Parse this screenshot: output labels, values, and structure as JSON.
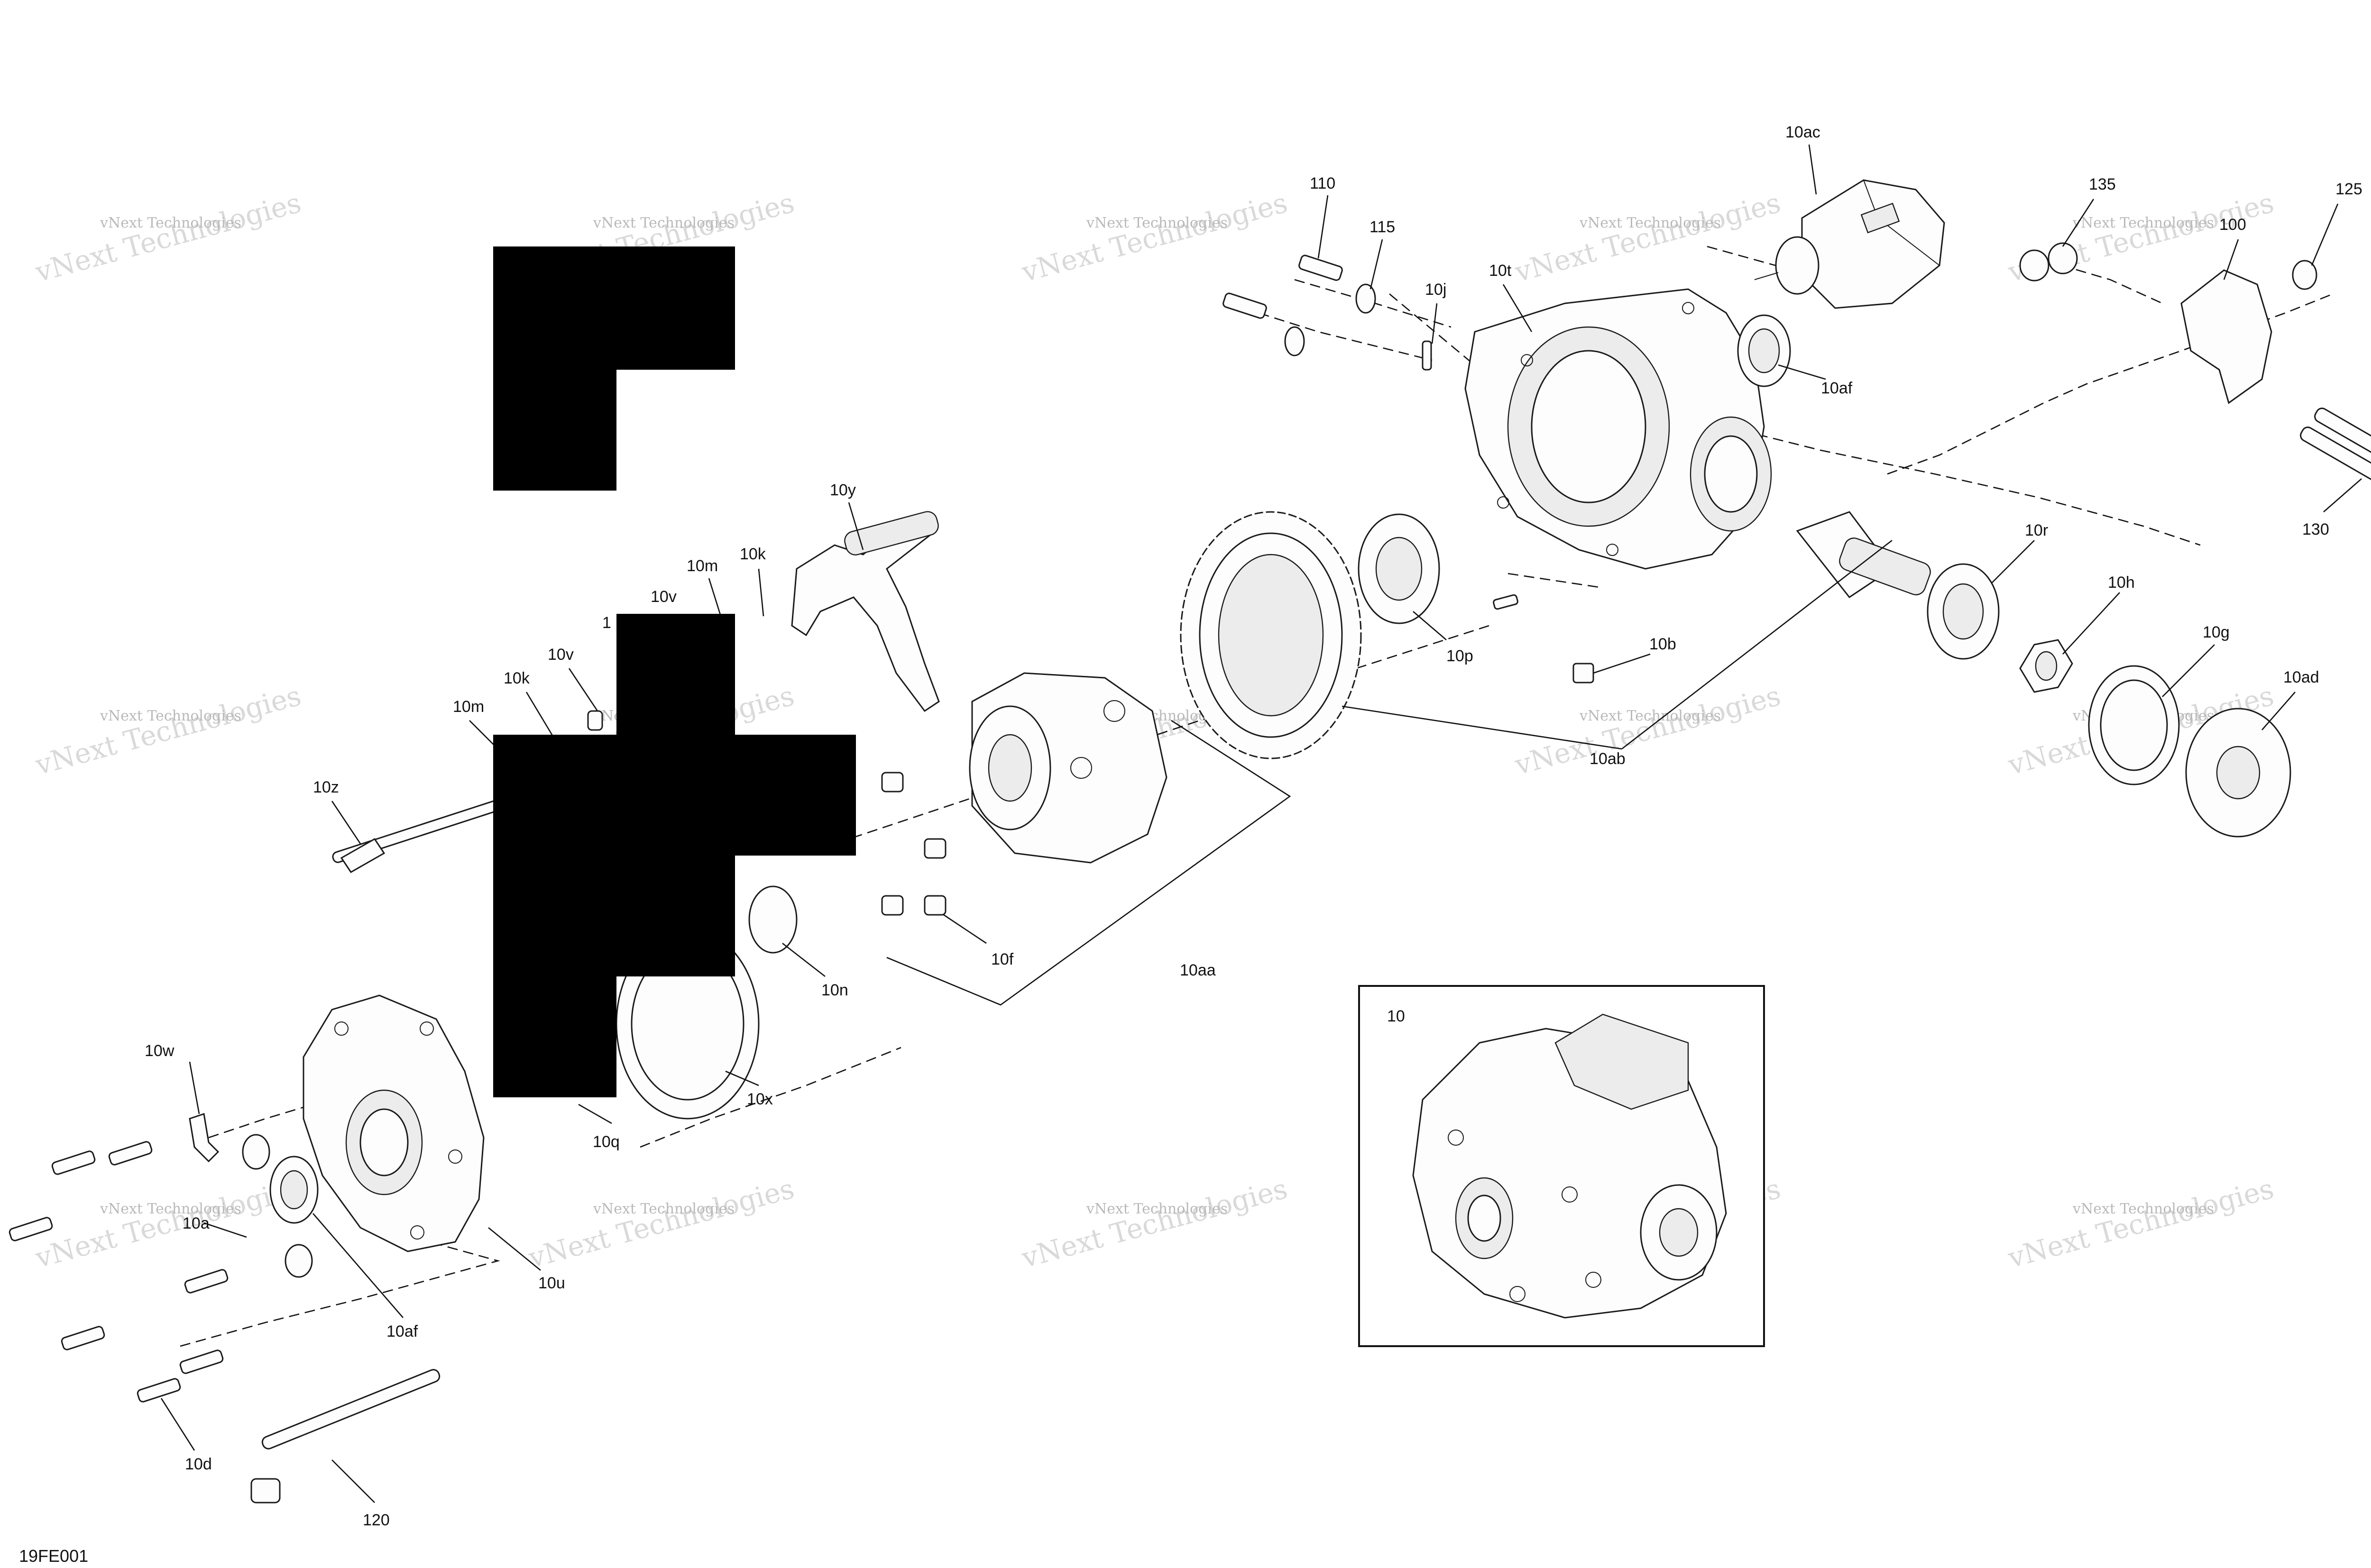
{
  "drawing_code": "19FE001",
  "watermark_text": "vNext Technologies",
  "inset_label": "10",
  "callouts": [
    {
      "id": "10ac"
    },
    {
      "id": "110"
    },
    {
      "id": "115"
    },
    {
      "id": "10j"
    },
    {
      "id": "10t"
    },
    {
      "id": "135"
    },
    {
      "id": "125"
    },
    {
      "id": "100"
    },
    {
      "id": "10af"
    },
    {
      "id": "130"
    },
    {
      "id": "10y"
    },
    {
      "id": "10m"
    },
    {
      "id": "10k"
    },
    {
      "id": "10v"
    },
    {
      "id": "10r"
    },
    {
      "id": "10h"
    },
    {
      "id": "10g"
    },
    {
      "id": "10ad"
    },
    {
      "id": "10p"
    },
    {
      "id": "10b"
    },
    {
      "id": "10ab"
    },
    {
      "id": "10v"
    },
    {
      "id": "10k"
    },
    {
      "id": "10m"
    },
    {
      "id": "10z"
    },
    {
      "id": "10n"
    },
    {
      "id": "10f"
    },
    {
      "id": "10aa"
    },
    {
      "id": "10x"
    },
    {
      "id": "10q"
    },
    {
      "id": "10w"
    },
    {
      "id": "10a"
    },
    {
      "id": "10u"
    },
    {
      "id": "10af"
    },
    {
      "id": "10d"
    },
    {
      "id": "120"
    },
    {
      "id": "1"
    }
  ],
  "colors": {
    "line": "#111111",
    "watermark": "#b9b9b9",
    "redaction": "#000000",
    "background": "#ffffff"
  }
}
